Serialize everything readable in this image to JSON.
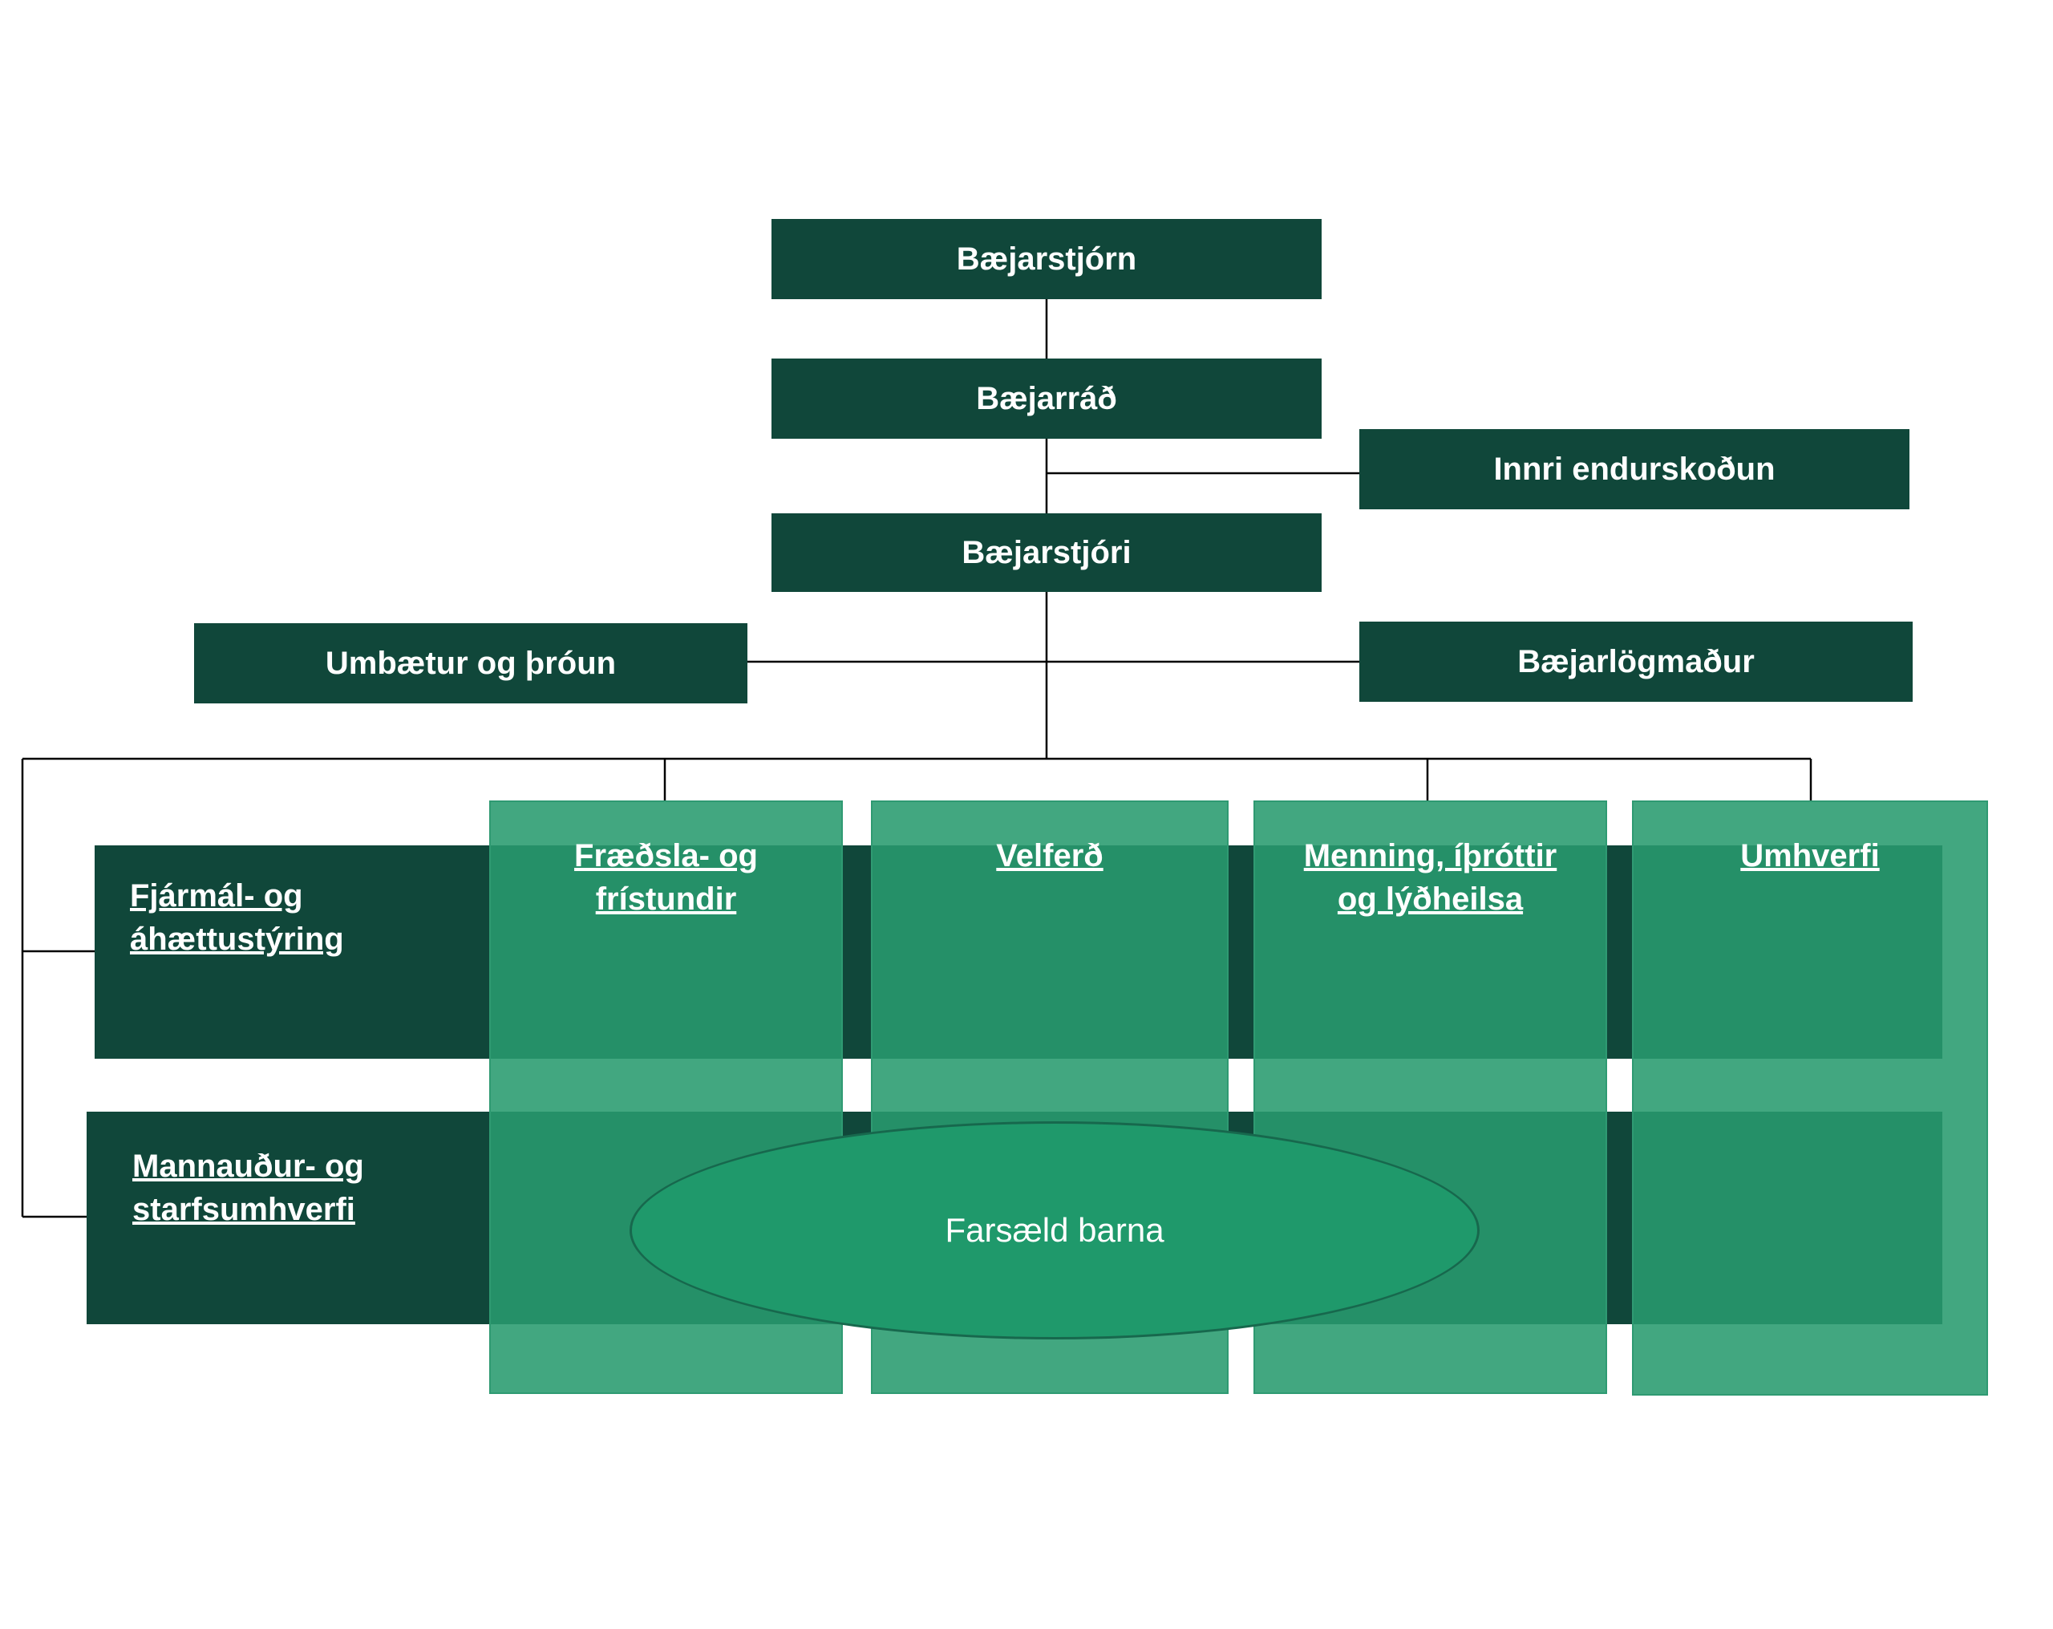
{
  "colors": {
    "dark_green": "#10473a",
    "column_green": "#289b6e",
    "ellipse_green": "#1f996b",
    "line": "#000000"
  },
  "top": {
    "council": "Bæjarstjórn",
    "board": "Bæjarráð",
    "internal_audit": "Innri endurskoðun",
    "mayor": "Bæjarstjóri",
    "improvement": "Umbætur og þróun",
    "lawyer": "Bæjarlögmaður"
  },
  "rows": [
    {
      "line1": "Fjármál- og",
      "line2": "áhættustýring"
    },
    {
      "line1": "Mannauður- og",
      "line2": "starfsumhverfi"
    }
  ],
  "columns": [
    {
      "line1": "Fræðsla- og",
      "line2": "frístundir"
    },
    {
      "line1": "Velferð",
      "line2": ""
    },
    {
      "line1": "Menning, íþróttir",
      "line2": "og lýðheilsa"
    },
    {
      "line1": "Umhverfi",
      "line2": ""
    }
  ],
  "ellipse": {
    "label": "Farsæld barna"
  }
}
